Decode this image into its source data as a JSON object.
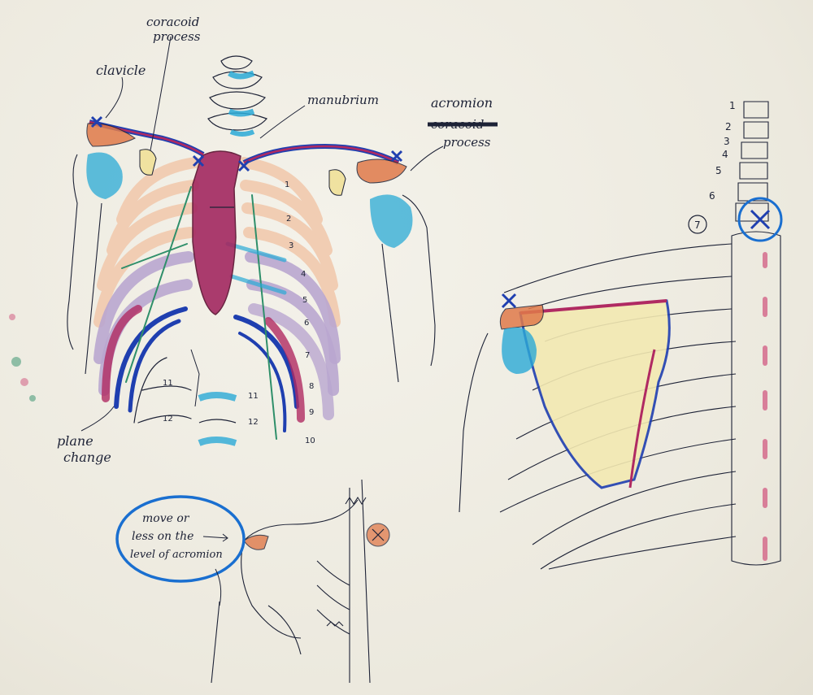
{
  "labels": {
    "clavicle": "clavicle",
    "coracoid_line1": "coracoid",
    "coracoid_line2": "process",
    "manubrium": "manubrium",
    "acromion_line1": "acromion",
    "acromion_struck": "coracoid",
    "acromion_line2": "process",
    "plane_line1": "plane",
    "plane_line2": "change",
    "note_line1": "move or",
    "note_line2": "less on the",
    "note_line3": "level of acromion"
  },
  "rib_numbers_right": [
    "1",
    "2",
    "3",
    "4",
    "5",
    "6",
    "7",
    "8",
    "9",
    "10"
  ],
  "rib_numbers_left": [
    "12",
    "11",
    "12",
    "11"
  ],
  "vertebra_numbers": [
    "1",
    "2",
    "3",
    "4",
    "5",
    "6",
    "7"
  ],
  "colors": {
    "ink": "#1d2236",
    "blue_marker": "#1f3fb0",
    "cyan": "#2aa9d6",
    "magenta": "#b02a62",
    "orange": "#e07a4a",
    "yellow": "#f0e2a0",
    "lavender": "#b9a6cf",
    "peach": "#f1cdb3",
    "green": "#2f8f6a",
    "circle_blue": "#1a6fd0"
  }
}
